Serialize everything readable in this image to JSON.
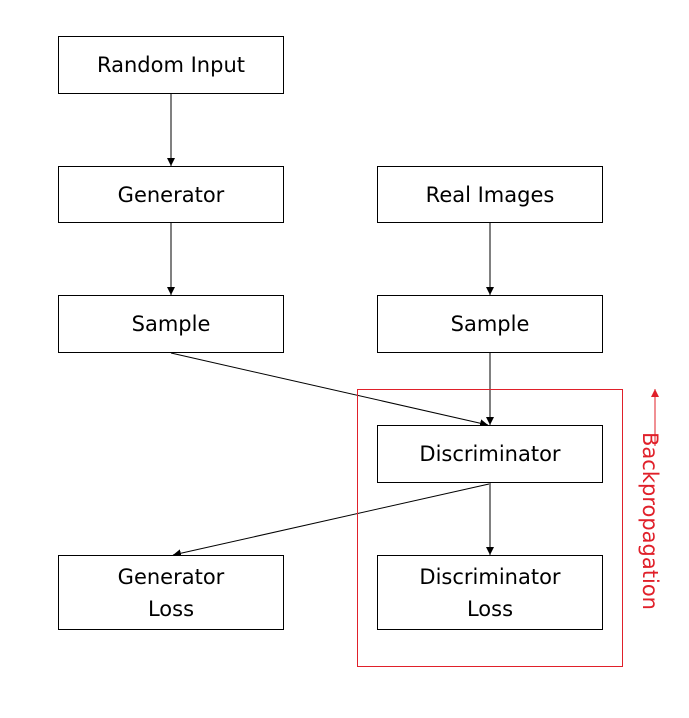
{
  "diagram": {
    "nodes": [
      {
        "id": "random-input",
        "label": "Random Input"
      },
      {
        "id": "generator",
        "label": "Generator"
      },
      {
        "id": "real-images",
        "label": "Real Images"
      },
      {
        "id": "sample-generated",
        "label": "Sample"
      },
      {
        "id": "sample-real",
        "label": "Sample"
      },
      {
        "id": "discriminator",
        "label": "Discriminator"
      },
      {
        "id": "generator-loss",
        "label": "Generator\nLoss"
      },
      {
        "id": "discriminator-loss",
        "label": "Discriminator\nLoss"
      }
    ],
    "edges": [
      {
        "from": "random-input",
        "to": "generator"
      },
      {
        "from": "generator",
        "to": "sample-generated"
      },
      {
        "from": "real-images",
        "to": "sample-real"
      },
      {
        "from": "sample-generated",
        "to": "discriminator"
      },
      {
        "from": "sample-real",
        "to": "discriminator"
      },
      {
        "from": "discriminator",
        "to": "discriminator-loss"
      },
      {
        "from": "discriminator",
        "to": "generator-loss"
      }
    ],
    "backpropagation_label": "Backpropagation",
    "colors": {
      "highlight": "#e0202a",
      "line": "#000000"
    }
  }
}
